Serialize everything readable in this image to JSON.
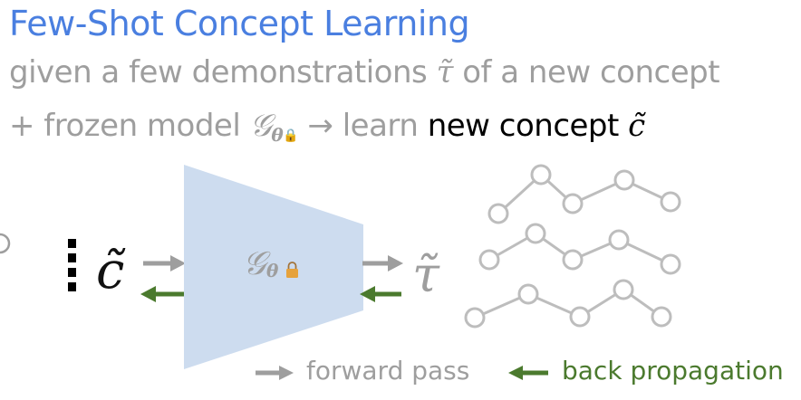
{
  "title": "Few-Shot Concept Learning",
  "line1": {
    "text_before": "given a few demonstrations",
    "symbol": "τ̃",
    "text_after": "of a new concept"
  },
  "line2": {
    "text_before": "+ frozen model",
    "model_symbol": "𝒢",
    "model_subscript": "θ",
    "arrow": "→",
    "learn": "learn",
    "highlight": "new concept",
    "concept_symbol": "c̃"
  },
  "diagram": {
    "input_symbol": "c̃",
    "model_symbol": "𝒢",
    "model_subscript": "θ",
    "output_symbol": "τ̃",
    "trajectories": [
      [
        [
          550,
          236
        ],
        [
          597,
          193
        ],
        [
          632,
          225
        ],
        [
          689,
          199
        ],
        [
          740,
          223
        ]
      ],
      [
        [
          540,
          287
        ],
        [
          591,
          258
        ],
        [
          632,
          287
        ],
        [
          683,
          265
        ],
        [
          740,
          292
        ]
      ],
      [
        [
          524,
          351
        ],
        [
          583,
          325
        ],
        [
          640,
          350
        ],
        [
          688,
          320
        ],
        [
          730,
          350
        ]
      ]
    ]
  },
  "legend": {
    "forward": "forward pass",
    "back": "back propagation"
  },
  "colors": {
    "title": "#4a7fe0",
    "gray": "#9e9e9e",
    "green": "#4b7a2e",
    "model": "#cddcef",
    "lock": "#e6a23c"
  }
}
